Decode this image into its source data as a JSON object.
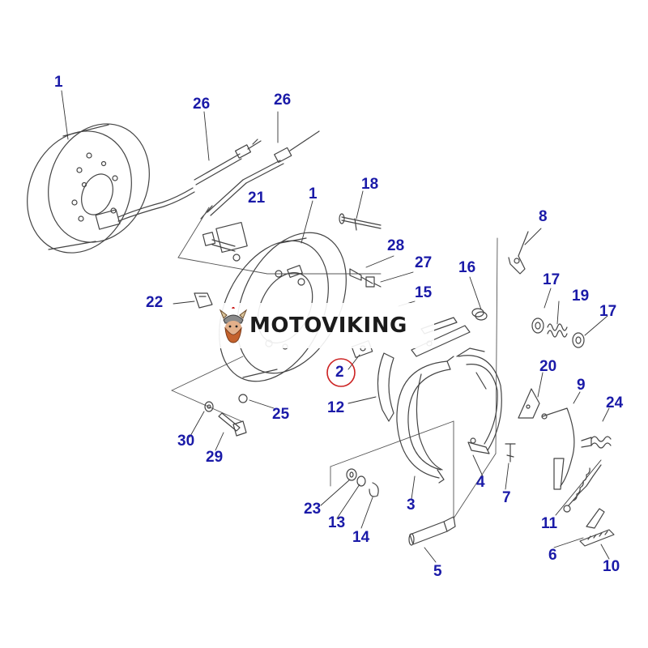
{
  "watermark": {
    "text": "MOTOVIKING",
    "logo_icon": "viking-head-icon",
    "text_color": "#1b1b1b"
  },
  "highlight": {
    "part": "2",
    "ring_color": "#cc2222"
  },
  "label_color": "#1a1aa8",
  "line_color": "#444444",
  "part_labels": [
    "1",
    "26",
    "26",
    "21",
    "1",
    "18",
    "8",
    "28",
    "27",
    "16",
    "17",
    "22",
    "15",
    "19",
    "17",
    "2",
    "20",
    "12",
    "9",
    "24",
    "25",
    "30",
    "29",
    "4",
    "7",
    "23",
    "13",
    "14",
    "3",
    "11",
    "5",
    "6",
    "10"
  ]
}
